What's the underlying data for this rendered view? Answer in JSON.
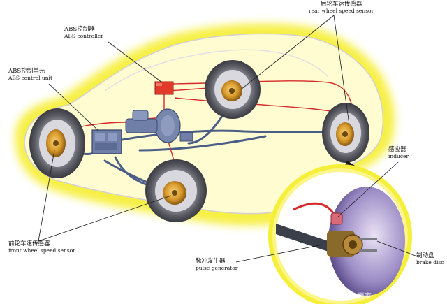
{
  "labels": {
    "abs_controller": {
      "zh": "ABS控制器",
      "en": "ABS controller"
    },
    "abs_control_unit": {
      "zh": "ABS控制单元",
      "en": "ABS control unit"
    },
    "rear_wheel_speed_sensor": {
      "zh": "后轮车速传感器",
      "en": "rear wheel speed sensor"
    },
    "inducer": {
      "zh": "感应器",
      "en": "inducer"
    },
    "front_wheel_speed_sensor": {
      "zh": "前轮车速传感器",
      "en": "front wheel speed sensor"
    },
    "pulse_generator": {
      "zh": "脉冲发生器",
      "en": "pulse generator"
    },
    "brake_disc": {
      "zh": "制动盘",
      "en": "brake disc"
    }
  },
  "watermark": "百家",
  "colors": {
    "car_glow": "#f6ef3a",
    "body_outline": "#d4d0d8",
    "brake_line": "#4a5d86",
    "sensor_wire": "#d62a2a",
    "controller_box": "#e23a2a",
    "control_unit": "#6f7fa8",
    "tire": "#6a6a72",
    "disc": "#e6a63a",
    "detail_bg": "#ffffff"
  }
}
